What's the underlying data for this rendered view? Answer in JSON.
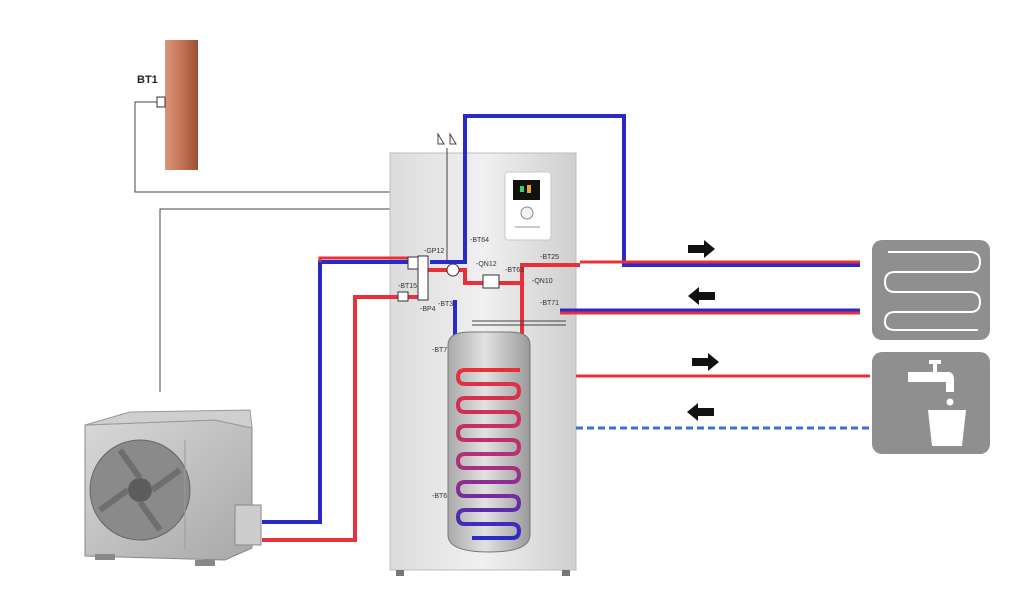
{
  "labels": {
    "bt1": "BT1",
    "bt64": "-BT64",
    "gp12": "-GP12",
    "qn12": "-QN12",
    "bt25": "-BT25",
    "bt63": "-BT63",
    "qn10": "-QN10",
    "bt15": "-BT15",
    "bp4": "-BP4",
    "bt3": "-BT3",
    "bt71": "-BT71",
    "bt7": "-BT7",
    "bt6": "-BT6"
  },
  "colors": {
    "supply_hot": "#e8303a",
    "return_cold": "#2a2ac8",
    "cold_water": "#3a6fd8",
    "wire": "#444444",
    "symbol_bg": "#8f8f8f",
    "wall": "#b8674a"
  },
  "icons": [
    "underfloor-heating-icon",
    "water-tap-icon",
    "arrow-right-icon",
    "arrow-left-icon"
  ]
}
